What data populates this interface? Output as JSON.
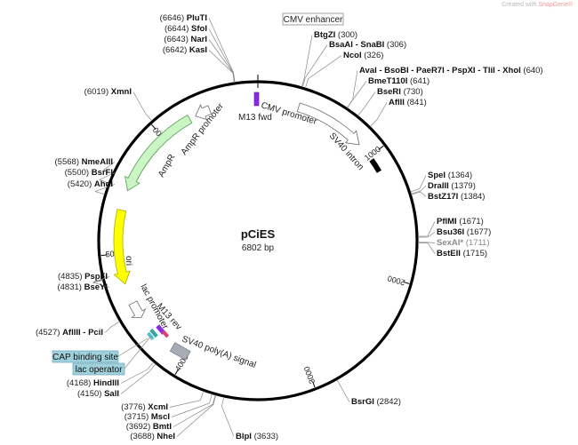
{
  "credit": {
    "prefix": "Created with ",
    "brand": "SnapGene®"
  },
  "plasmid": {
    "name": "pCiES",
    "size": "6802 bp",
    "length": 6802
  },
  "ruler": [
    {
      "label": "1000",
      "bp": 1000
    },
    {
      "label": "2000",
      "bp": 2000
    },
    {
      "label": "3000",
      "bp": 3000
    },
    {
      "label": "4000",
      "bp": 4000
    },
    {
      "label": "5000",
      "bp": 5000
    },
    {
      "label": "6000",
      "bp": 6000
    }
  ],
  "sites": [
    {
      "name": "PluTI",
      "pos": "(6646)",
      "side": "L"
    },
    {
      "name": "SfoI",
      "pos": "(6644)",
      "side": "L"
    },
    {
      "name": "NarI",
      "pos": "(6643)",
      "side": "L"
    },
    {
      "name": "KasI",
      "pos": "(6642)",
      "side": "L"
    },
    {
      "name": "BtgZI",
      "pos": "(300)",
      "side": "R"
    },
    {
      "name": "BsaAI - SnaBI",
      "pos": "(306)",
      "side": "R"
    },
    {
      "name": "NcoI",
      "pos": "(326)",
      "side": "R"
    },
    {
      "name": "AvaI - BsoBI - PaeR7I - PspXI - TliI - XhoI",
      "pos": "(640)",
      "side": "R"
    },
    {
      "name": "BmeT110I",
      "pos": "(641)",
      "side": "R"
    },
    {
      "name": "BseRI",
      "pos": "(730)",
      "side": "R"
    },
    {
      "name": "AflII",
      "pos": "(841)",
      "side": "R"
    },
    {
      "name": "XmnI",
      "pos": "(6019)",
      "side": "L"
    },
    {
      "name": "NmeAIII",
      "pos": "(5568)",
      "side": "L"
    },
    {
      "name": "BsrFI",
      "pos": "(5500)",
      "side": "L"
    },
    {
      "name": "AhdI",
      "pos": "(5420)",
      "side": "L"
    },
    {
      "name": "SpeI",
      "pos": "(1364)",
      "side": "R"
    },
    {
      "name": "DraIII",
      "pos": "(1379)",
      "side": "R"
    },
    {
      "name": "BstZ17I",
      "pos": "(1384)",
      "side": "R"
    },
    {
      "name": "PflMI",
      "pos": "(1671)",
      "side": "R"
    },
    {
      "name": "Bsu36I",
      "pos": "(1677)",
      "side": "R"
    },
    {
      "name": "SexAI*",
      "pos": "(1711)",
      "side": "R",
      "dim": true
    },
    {
      "name": "BstEII",
      "pos": "(1715)",
      "side": "R"
    },
    {
      "name": "PspFI",
      "pos": "(4835)",
      "side": "L"
    },
    {
      "name": "BseYI",
      "pos": "(4831)",
      "side": "L"
    },
    {
      "name": "AflIII - PciI",
      "pos": "(4527)",
      "side": "L"
    },
    {
      "name": "HindIII",
      "pos": "(4168)",
      "side": "L"
    },
    {
      "name": "SalI",
      "pos": "(4150)",
      "side": "L"
    },
    {
      "name": "XcmI",
      "pos": "(3776)",
      "side": "L"
    },
    {
      "name": "MscI",
      "pos": "(3715)",
      "side": "L"
    },
    {
      "name": "BmtI",
      "pos": "(3692)",
      "side": "L"
    },
    {
      "name": "NheI",
      "pos": "(3688)",
      "side": "L"
    },
    {
      "name": "BlpI",
      "pos": "(3633)",
      "side": "R"
    },
    {
      "name": "BsrGI",
      "pos": "(2842)",
      "side": "R"
    }
  ],
  "features": {
    "cmv_enhancer": "CMV enhancer",
    "cmv_promoter": "CMV promoter",
    "m13_fwd": "M13 fwd",
    "sv40_intron": "SV40 intron",
    "ampr_promoter": "AmpR promoter",
    "ampr": "AmpR",
    "ori": "ori",
    "lac_promoter": "lac promoter",
    "m13_rev": "M13 rev",
    "sv40_polya": "SV40 poly(A) signal",
    "cap_binding_site": "CAP binding site",
    "lac_operator": "lac operator"
  },
  "colors": {
    "backbone": "#000000",
    "ampr_fill": "#ccf5c6",
    "ampr_stroke": "#5aa85a",
    "ori_fill": "#ffff00",
    "ori_stroke": "#b5b500",
    "promoter_fill": "#ffffff",
    "polya_fill": "#a7adb5",
    "cap_fill": "#9fd0dc",
    "m13_fwd": "#8a2be2"
  }
}
